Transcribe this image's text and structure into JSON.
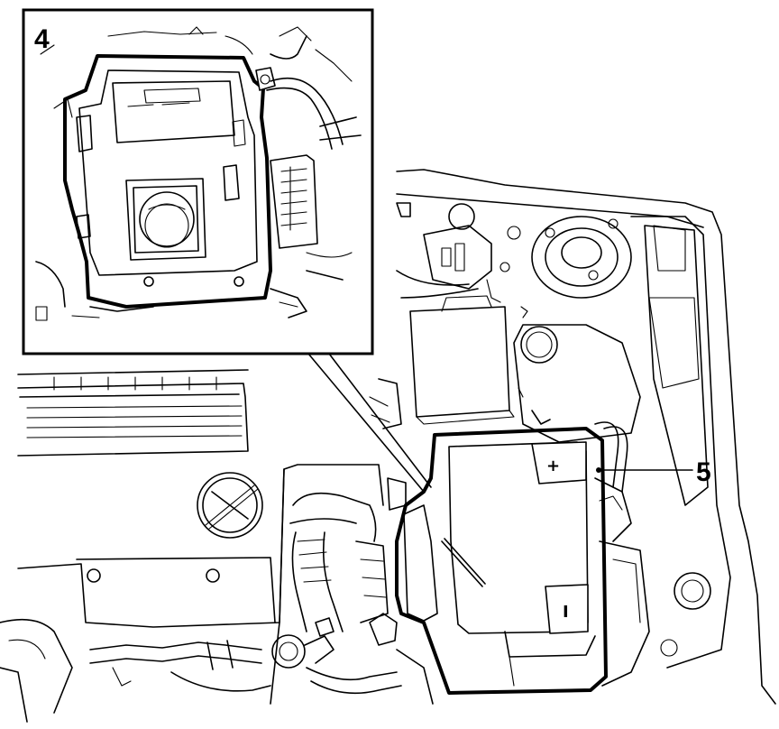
{
  "callouts": {
    "inset_label": "4",
    "battery_label": "5"
  },
  "symbols": {
    "positive": "+",
    "negative": "I"
  }
}
